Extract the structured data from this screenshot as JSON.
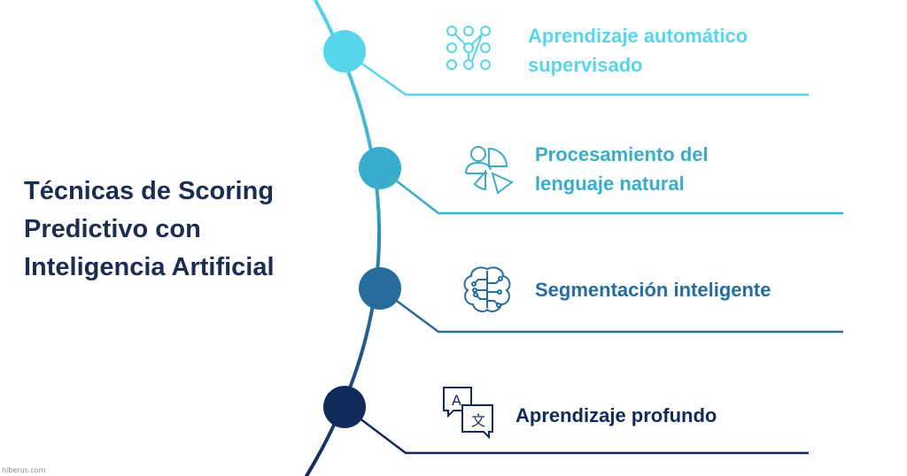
{
  "title": {
    "line1": "Técnicas de Scoring",
    "line2": "Predictivo con",
    "line3": "Inteligencia Artificial"
  },
  "items": [
    {
      "line1": "Aprendizaje automático",
      "line2": "supervisado",
      "icon": "neural-network-icon",
      "color": "#55d6ea"
    },
    {
      "line1": "Procesamiento del",
      "line2": "lenguaje natural",
      "icon": "user-pie-chart-icon",
      "color": "#3aaccb"
    },
    {
      "line1": "Segmentación inteligente",
      "icon": "brain-circuit-icon",
      "color": "#266c9c"
    },
    {
      "line1": "Aprendizaje profundo",
      "icon": "translate-icon",
      "color": "#112a5c"
    }
  ],
  "watermark": "hiberus.com"
}
